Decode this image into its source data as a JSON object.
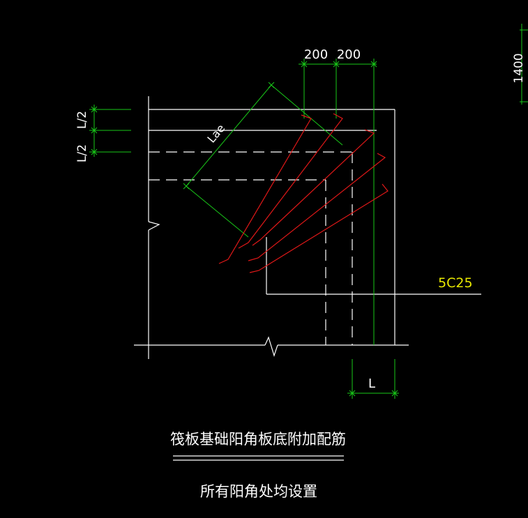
{
  "drawing": {
    "colors": {
      "background": "#000000",
      "outline": "#ffffff",
      "dimension": "#19c819",
      "rebar": "#e01818",
      "callout": "#e8e800"
    },
    "dimensions": {
      "top_left": "200",
      "top_right": "200",
      "right_vertical": "1400",
      "left_upper": "L/2",
      "left_lower": "L/2",
      "bottom": "L",
      "anchorage": "Lae"
    },
    "rebar_label": "5C25",
    "title": "筏板基础阳角板底附加配筋",
    "subtitle": "所有阳角处均设置"
  }
}
